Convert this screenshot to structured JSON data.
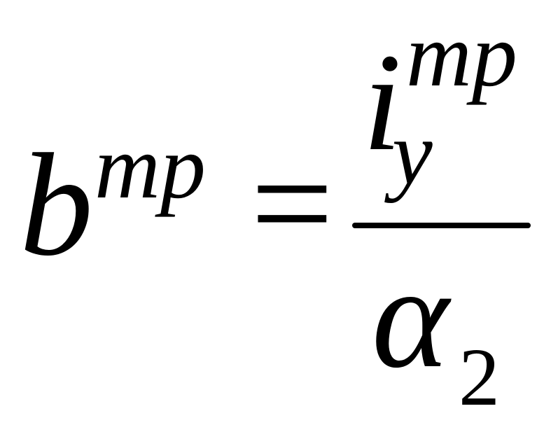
{
  "formula": {
    "lhs": {
      "base": "b",
      "superscript": "mp"
    },
    "relation": "=",
    "numerator": {
      "base": "i",
      "superscript": "mp",
      "subscript": "y"
    },
    "denominator": {
      "base": "α",
      "subscript": "2"
    }
  }
}
